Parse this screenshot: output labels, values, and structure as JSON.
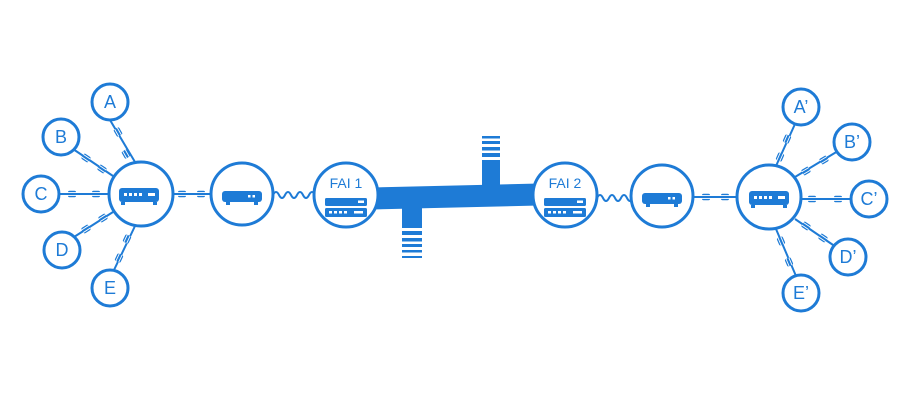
{
  "left_endpoints": [
    {
      "id": "A",
      "label": "A"
    },
    {
      "id": "B",
      "label": "B"
    },
    {
      "id": "C",
      "label": "C"
    },
    {
      "id": "D",
      "label": "D"
    },
    {
      "id": "E",
      "label": "E"
    }
  ],
  "right_endpoints": [
    {
      "id": "A2",
      "label": "A’"
    },
    {
      "id": "B2",
      "label": "B’"
    },
    {
      "id": "C2",
      "label": "C’"
    },
    {
      "id": "D2",
      "label": "D’"
    },
    {
      "id": "E2",
      "label": "E’"
    }
  ],
  "isp_left": {
    "label": "FAI 1"
  },
  "isp_right": {
    "label": "FAI 2"
  },
  "colors": {
    "primary": "#1e7bd6",
    "background": "#ffffff"
  },
  "icons": {
    "switch": "switch-icon",
    "modem": "modem-icon",
    "server": "server-rack-icon",
    "plug": "plug-connector-icon"
  }
}
